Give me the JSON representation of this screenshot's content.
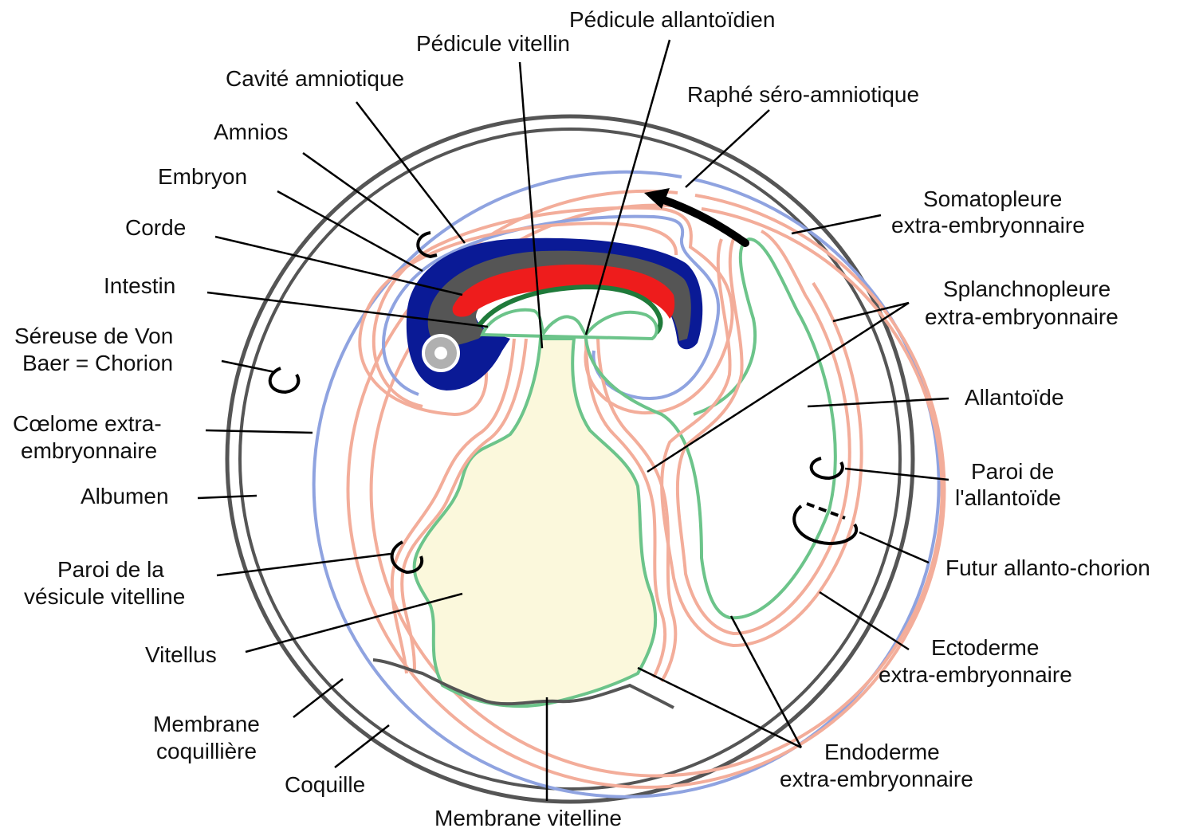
{
  "labels": {
    "pedicule_allantoidien": "Pédicule allantoïdien",
    "pedicule_vitellin": "Pédicule vitellin",
    "cavite_amniotique": "Cavité amniotique",
    "raphe": "Raphé séro-amniotique",
    "amnios": "Amnios",
    "embryon": "Embryon",
    "corde": "Corde",
    "intestin": "Intestin",
    "sereuse_1": "Séreuse de Von",
    "sereuse_2": "Baer = Chorion",
    "coelome_1": "Cœlome extra-",
    "coelome_2": "embryonnaire",
    "albumen": "Albumen",
    "paroi_vesicule_1": "Paroi de la",
    "paroi_vesicule_2": "vésicule vitelline",
    "vitellus": "Vitellus",
    "membrane_coquilliere_1": "Membrane",
    "membrane_coquilliere_2": "coquillière",
    "coquille": "Coquille",
    "membrane_vitelline": "Membrane vitelline",
    "somatopleure_1": "Somatopleure",
    "somatopleure_2": "extra-embryonnaire",
    "splanchnopleure_1": "Splanchnopleure",
    "splanchnopleure_2": "extra-embryonnaire",
    "allantoide": "Allantoïde",
    "paroi_allantoide_1": "Paroi de",
    "paroi_allantoide_2": "l'allantoïde",
    "futur_allanto_chorion": "Futur allanto-chorion",
    "ectoderme_1": "Ectoderme",
    "ectoderme_2": "extra-embryonnaire",
    "endoderme_1": "Endoderme",
    "endoderme_2": "extra-embryonnaire"
  },
  "colors": {
    "shell": "#555555",
    "ectoderm": "#8fa3e0",
    "mesoderm": "#f3ad9a",
    "endoderm": "#6cc48a",
    "yolk": "#fbf8dc",
    "embryo_blue": "#0a1a96",
    "notochord_red": "#ee1c1c",
    "gut_green": "#1f7a3a",
    "mesenchyme_grey": "#555555"
  }
}
